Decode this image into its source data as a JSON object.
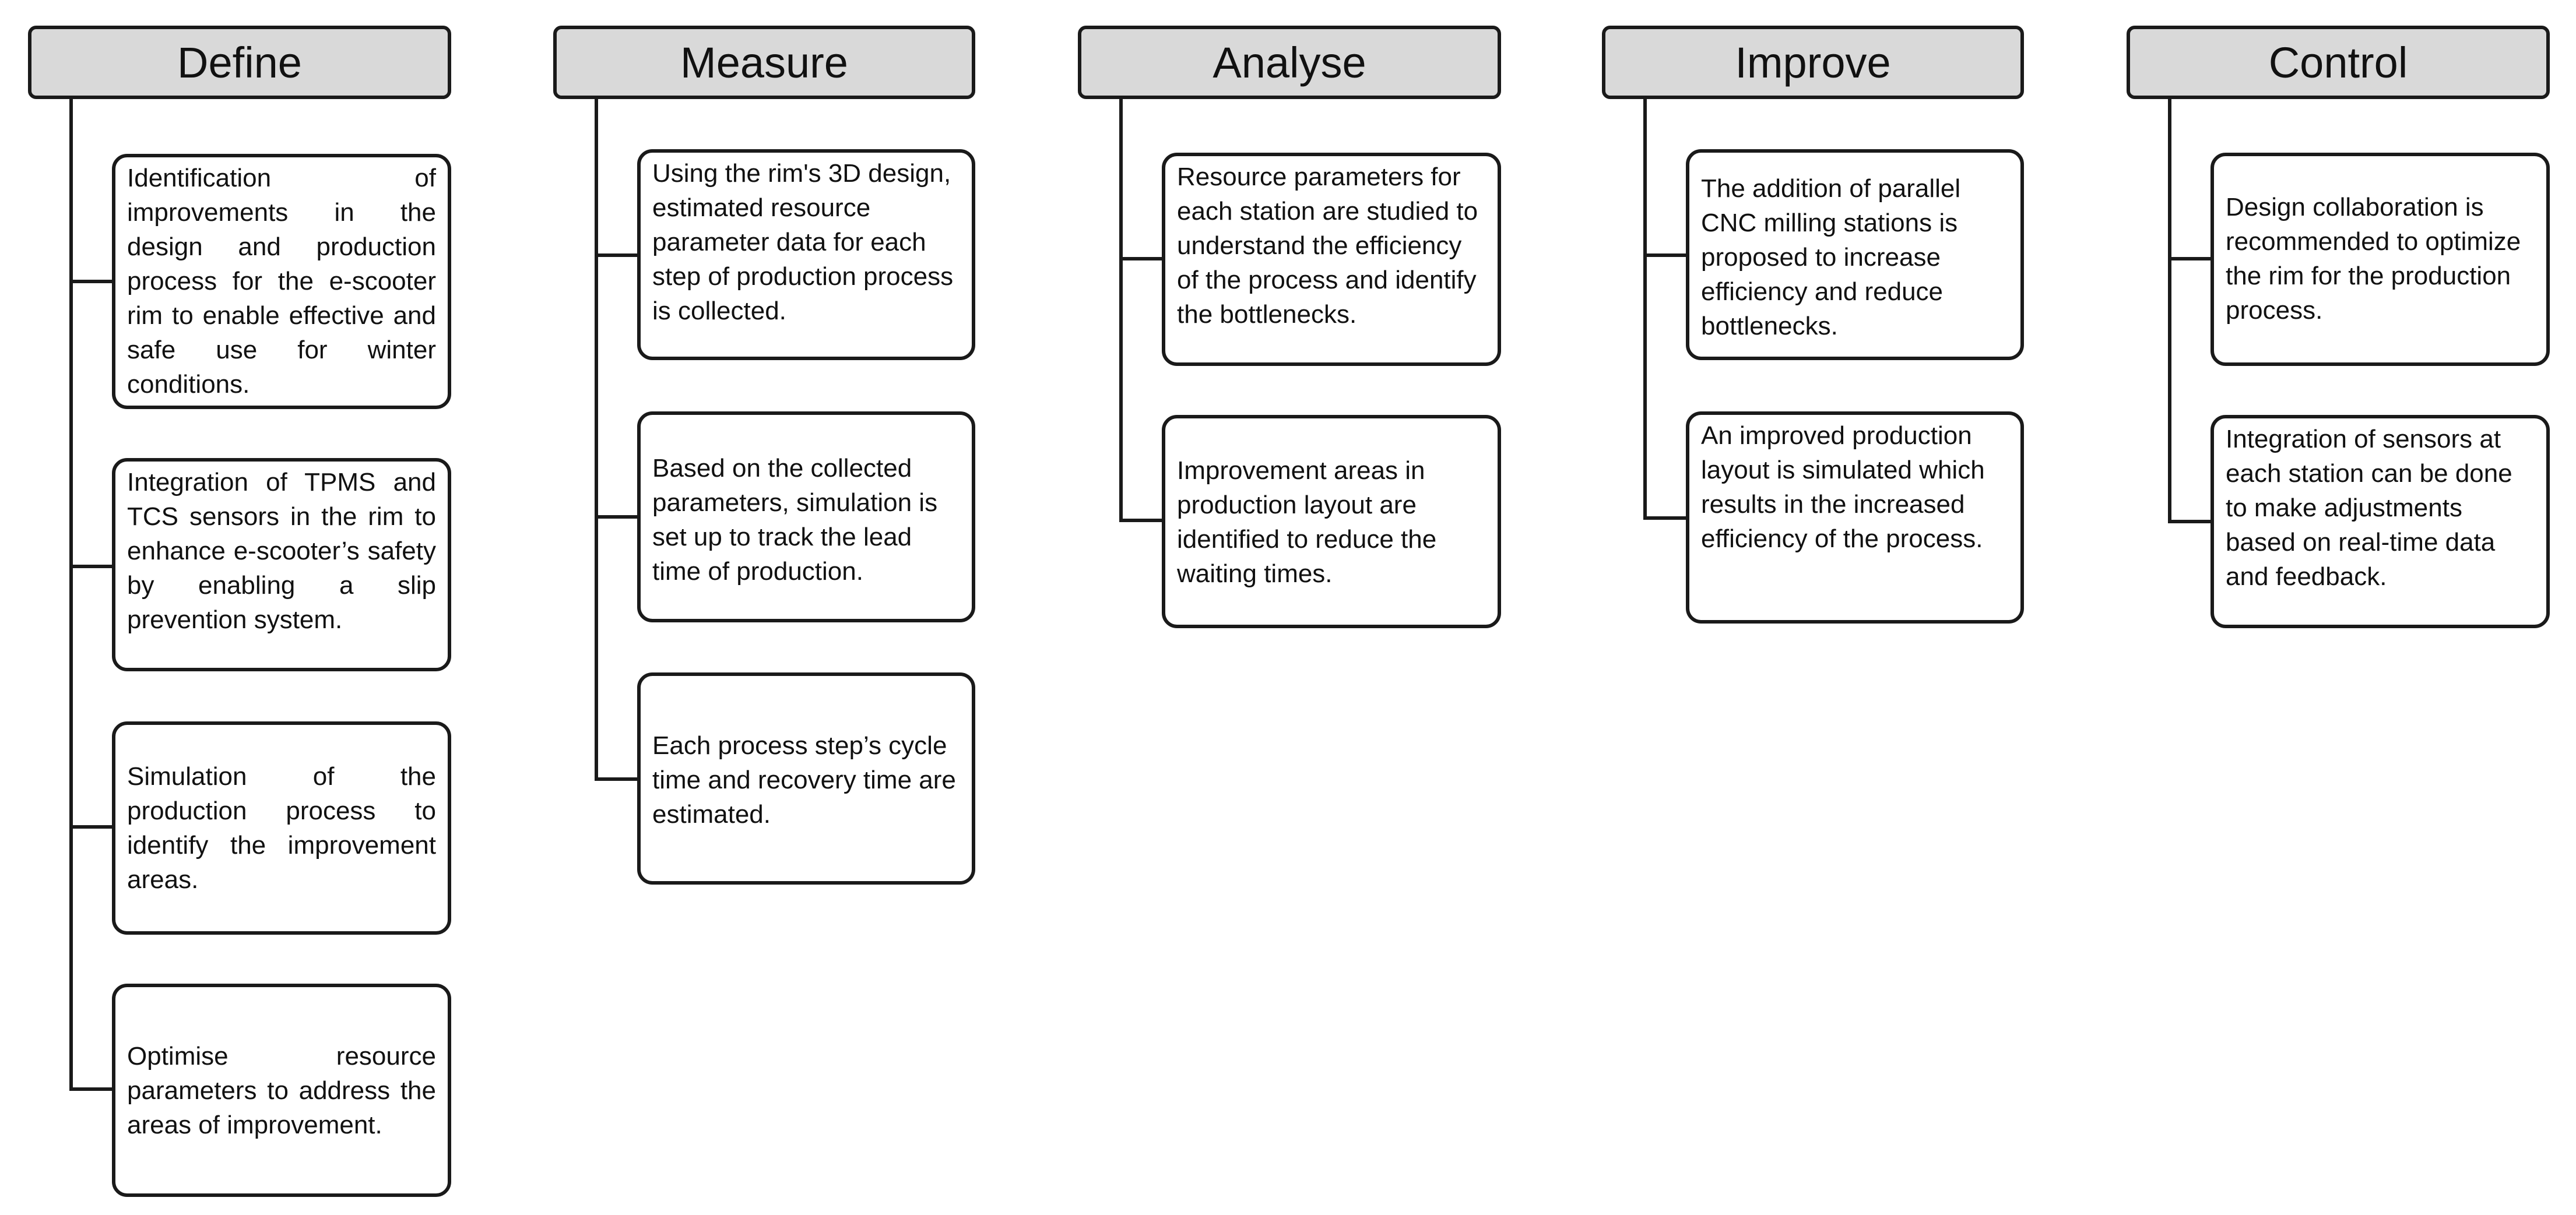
{
  "phases": [
    {
      "id": "define",
      "title": "Define",
      "steps": [
        "Identification of improvements in the design and production process for the e-scooter rim to enable effective and safe use for winter conditions.",
        "Integration of TPMS and TCS sensors in the rim to enhance e-scooter’s safety by enabling a slip prevention system.",
        "Simulation of the production process to identify the improvement areas.",
        "Optimise resource parameters to address the areas of improvement."
      ]
    },
    {
      "id": "measure",
      "title": "Measure",
      "steps": [
        "Using the rim's 3D design, estimated resource parameter data for each step of production process is collected.",
        "Based on the collected parameters, simulation is set up to track the lead time of production.",
        "Each process step’s cycle time and recovery time are estimated."
      ]
    },
    {
      "id": "analyse",
      "title": "Analyse",
      "steps": [
        "Resource parameters for each station are studied to understand the efficiency of the process and identify the bottlenecks.",
        "Improvement areas in production layout are identified to reduce the waiting times."
      ]
    },
    {
      "id": "improve",
      "title": "Improve",
      "steps": [
        "The addition of parallel CNC milling stations is proposed to increase efficiency and reduce bottlenecks.",
        "An improved production layout is simulated which results in the increased efficiency of the process."
      ]
    },
    {
      "id": "control",
      "title": "Control",
      "steps": [
        "Design collaboration is recommended to optimize the rim for the production process.",
        "Integration of sensors at each station can be done to make adjustments based on real-time data and feedback."
      ]
    }
  ]
}
